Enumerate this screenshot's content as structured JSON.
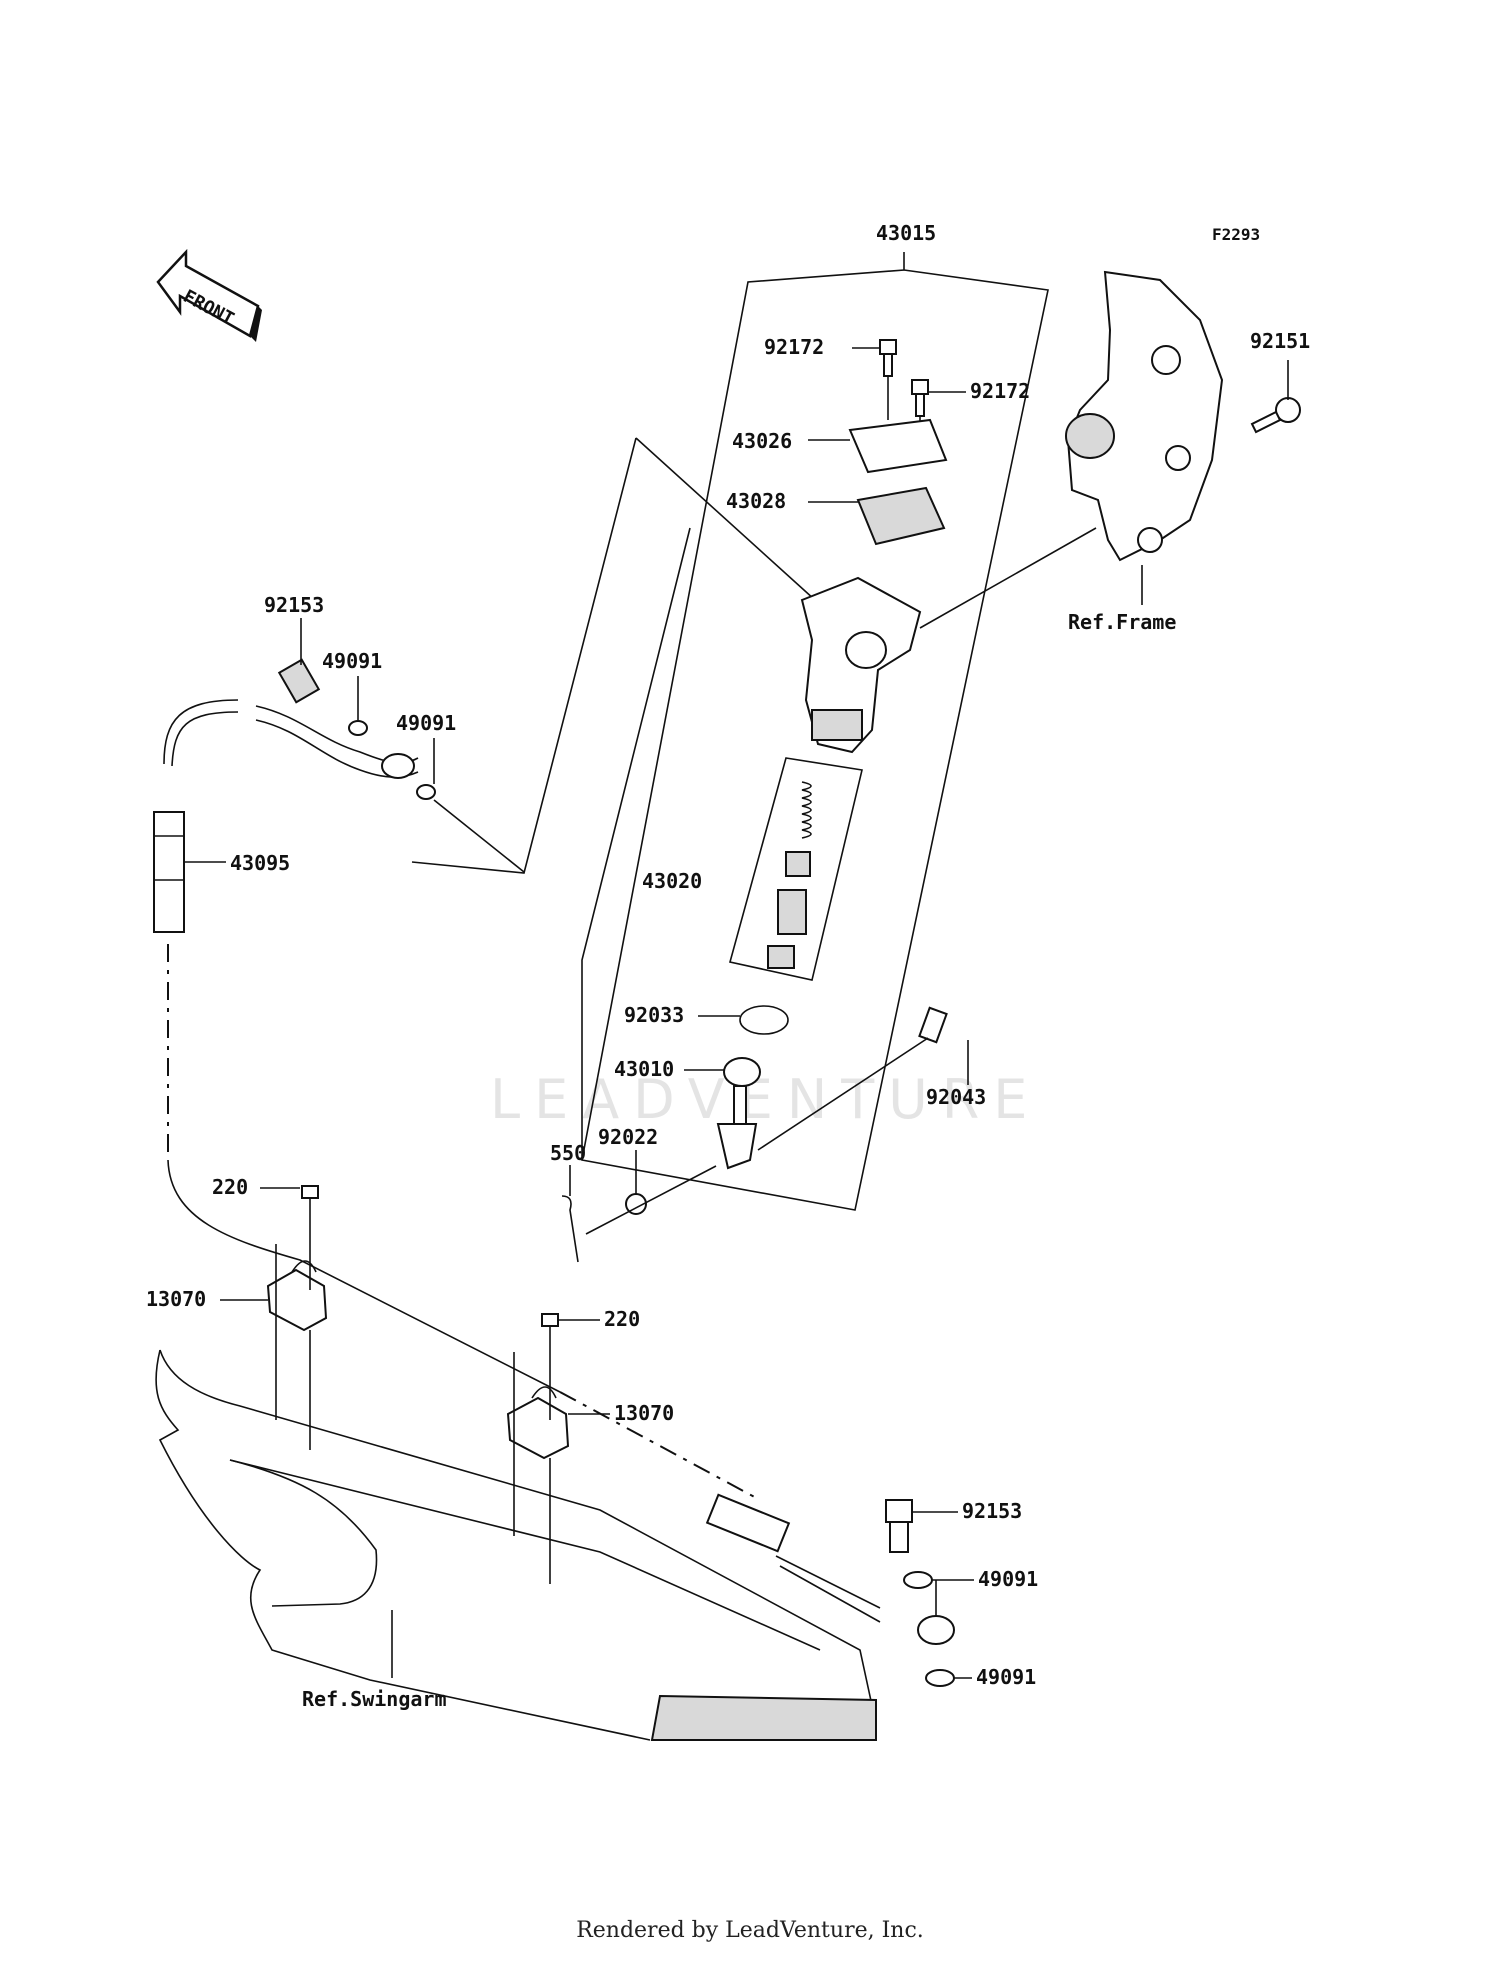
{
  "figure_id": "F2293",
  "front_label": "FRONT",
  "watermark": "LEADVENTURE",
  "footer": "Rendered by LeadVenture, Inc.",
  "refs": {
    "frame": "Ref.Frame",
    "swingarm": "Ref.Swingarm"
  },
  "callouts": {
    "p43015": "43015",
    "p92172a": "92172",
    "p92172b": "92172",
    "p43026": "43026",
    "p43028": "43028",
    "p92151": "92151",
    "p92153a": "92153",
    "p49091a": "49091",
    "p49091b": "49091",
    "p43095": "43095",
    "p43020": "43020",
    "p92033": "92033",
    "p43010": "43010",
    "p92043": "92043",
    "p550": "550",
    "p92022": "92022",
    "p220a": "220",
    "p13070a": "13070",
    "p220b": "220",
    "p13070b": "13070",
    "p92153b": "92153",
    "p49091c": "49091",
    "p49091d": "49091"
  }
}
